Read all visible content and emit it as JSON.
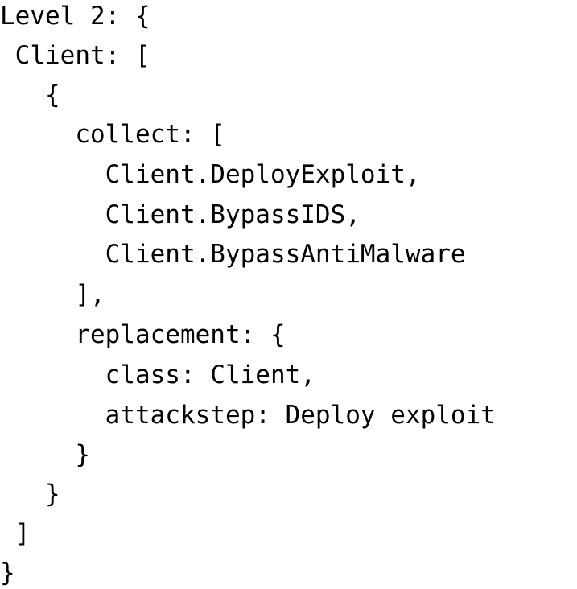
{
  "lines": [
    "Level 2: {",
    " Client: [",
    "   {",
    "     collect: [",
    "       Client.DeployExploit,",
    "       Client.BypassIDS,",
    "       Client.BypassAntiMalware",
    "     ],",
    "     replacement: {",
    "       class: Client,",
    "       attackstep: Deploy exploit",
    "     }",
    "   }",
    " ]",
    "}"
  ]
}
